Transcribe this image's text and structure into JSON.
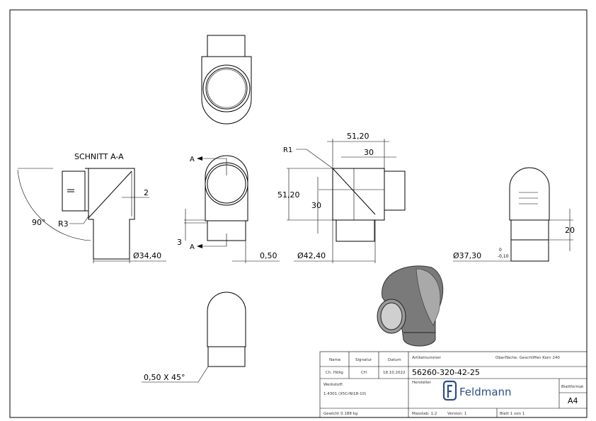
{
  "views": {
    "section_title": "SCHNITT A-A",
    "section_marker": "A"
  },
  "dimensions": {
    "angle": "90°",
    "r3": "R3",
    "wall": "2",
    "dia_3440": "Ø34,40",
    "gap_3": "3",
    "offset_050": "0,50",
    "r1": "R1",
    "w_5120": "51,20",
    "w_30": "30",
    "h_5120": "51,20",
    "h_30": "30",
    "dia_4240": "Ø42,40",
    "dia_3730": "Ø37,30",
    "tol_upper": "0",
    "tol_lower": "-0,10",
    "len_20": "20",
    "chamfer": "0,50 X 45°"
  },
  "title_block": {
    "name_label": "Name",
    "signatur_label": "Signatur",
    "datum_label": "Datum",
    "name": "Ch. Hölig",
    "signatur": "CH",
    "datum": "18.10.2022",
    "artikelnummer_label": "Artikelnummer",
    "oberflaeche": "Oberfläche:  Geschliffen Korn 240",
    "artikelnummer": "56260-320-42-25",
    "werkstoff_label": "Werkstoff:",
    "werkstoff": "1.4301 (X5CrNi18-10)",
    "hersteller_label": "Hersteller",
    "logo_text": "Feldmann",
    "blattformat_label": "Blattformat",
    "blattformat": "A4",
    "gewicht": "Gewicht 0.188 kg",
    "massstab": "Masstab: 1:2",
    "version": "Version: 1",
    "blatt": "Blatt 1 von 1",
    "brand_color": "#2b4f86"
  }
}
